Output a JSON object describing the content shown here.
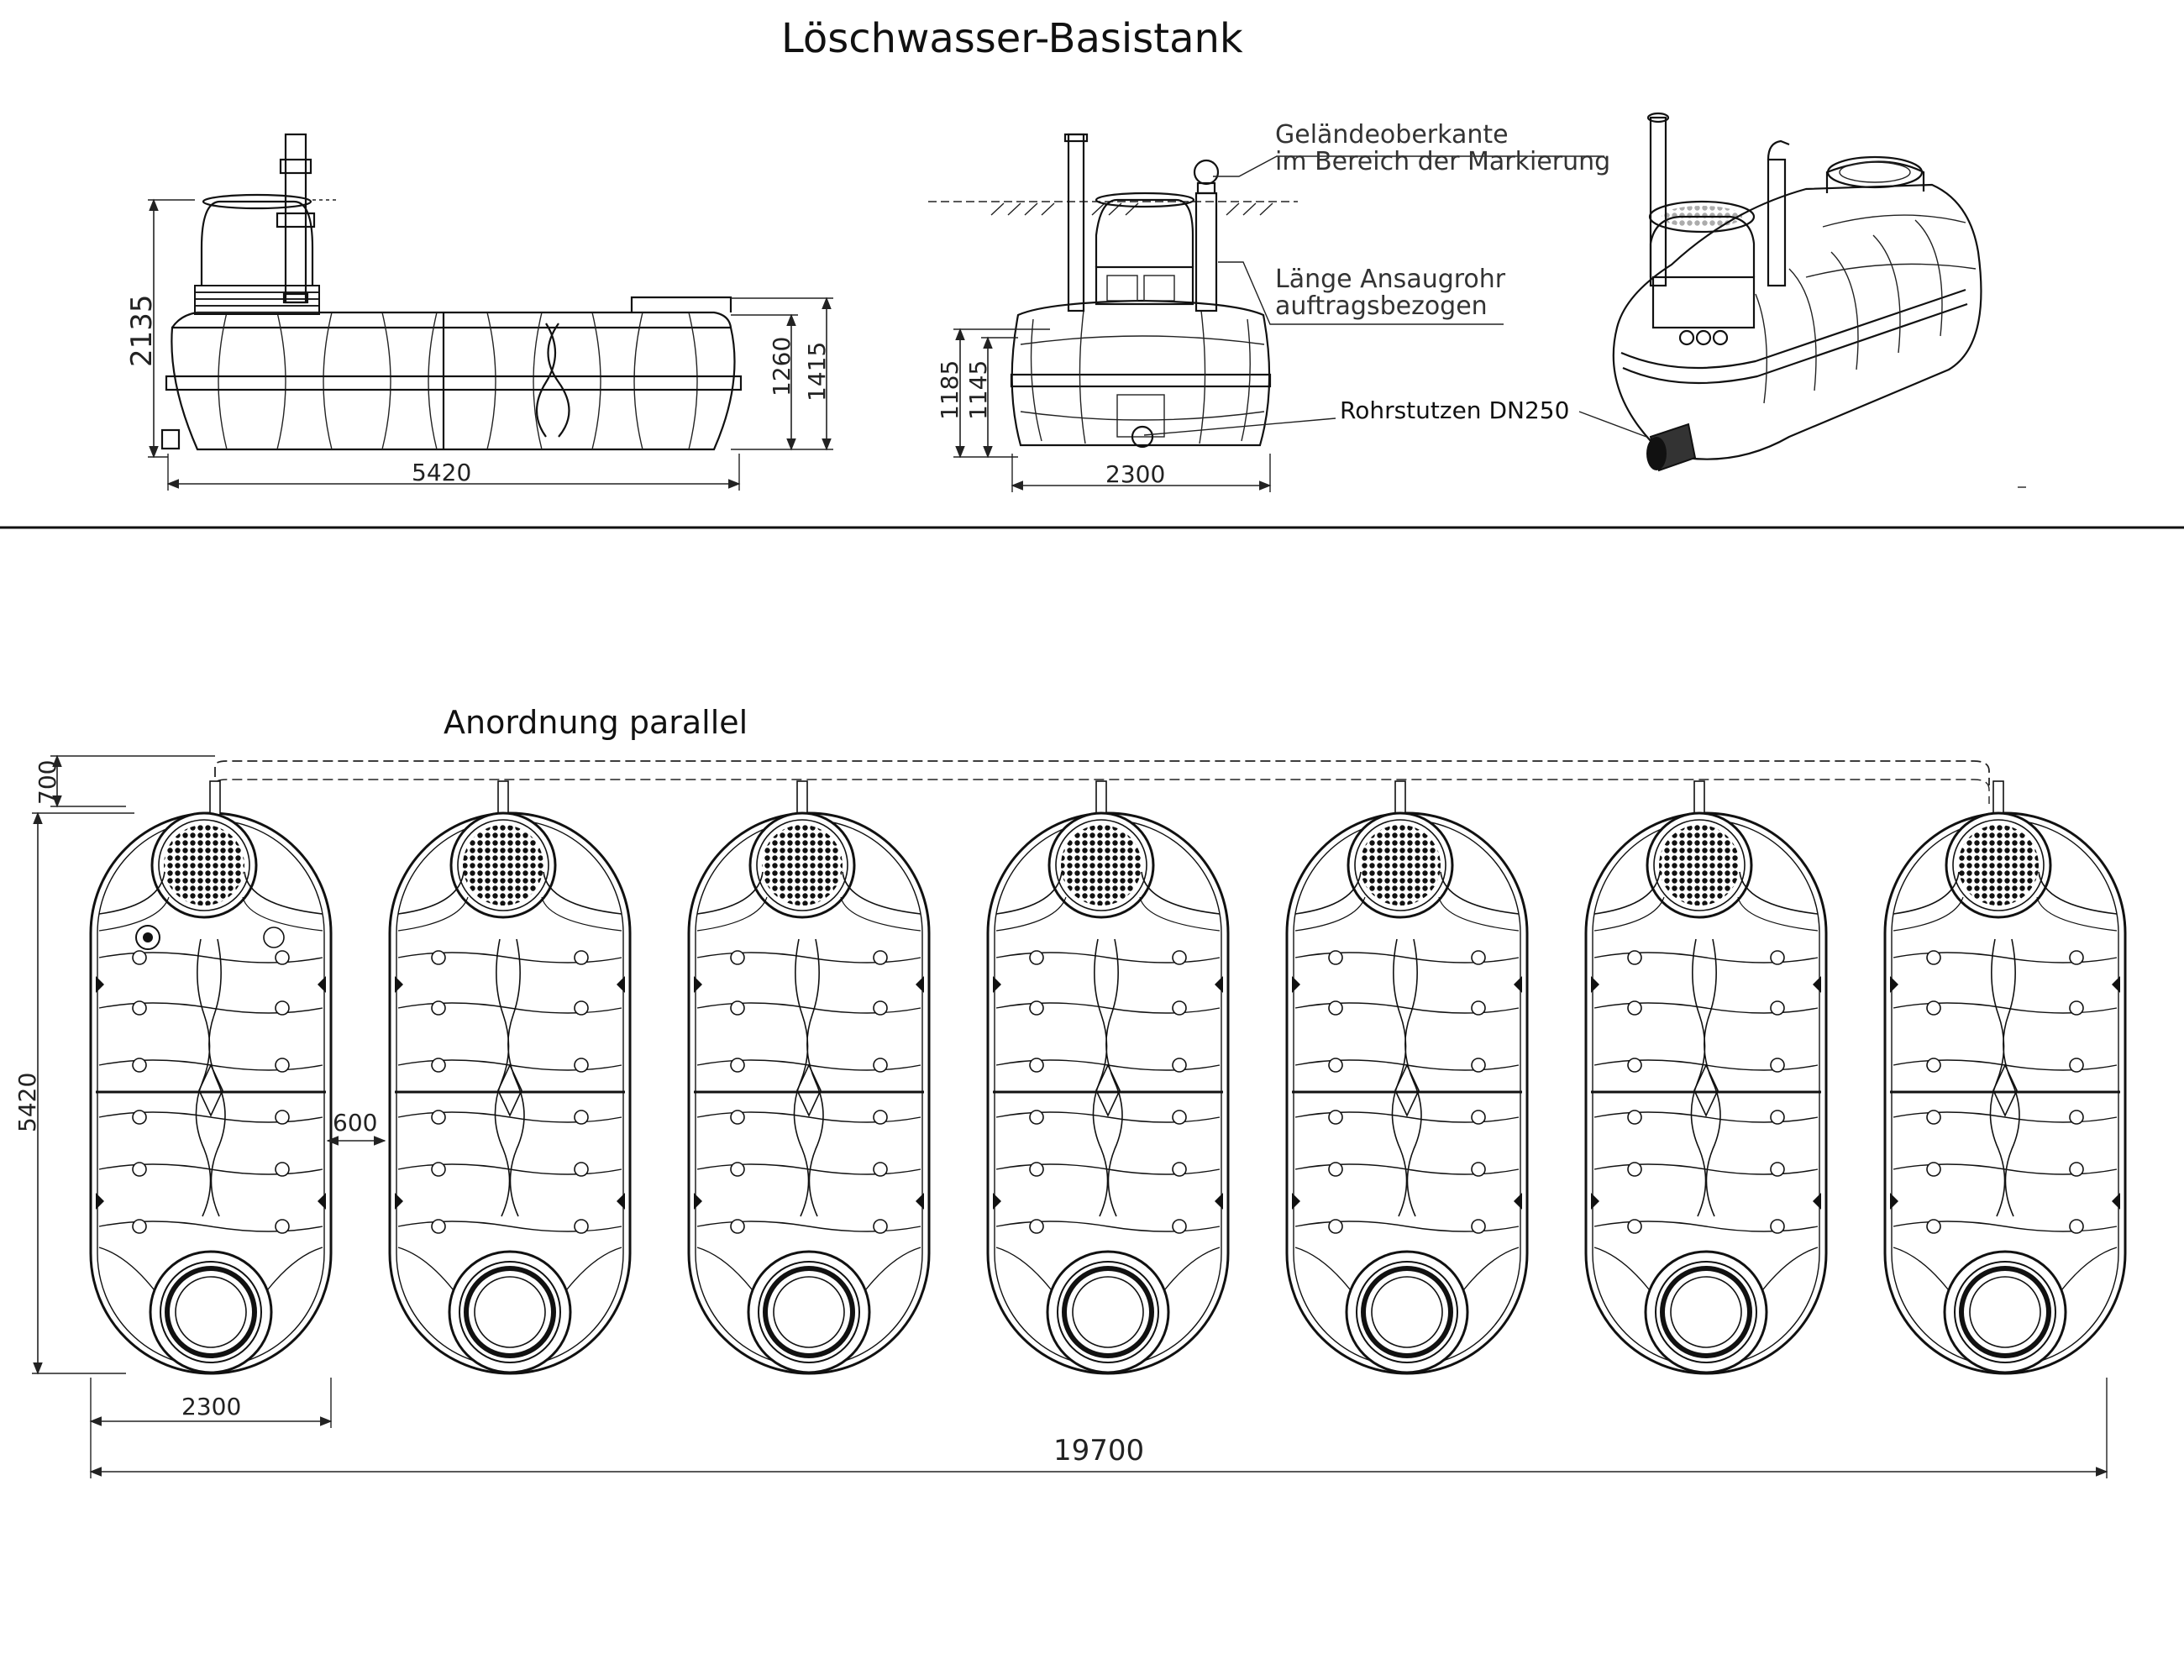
{
  "title": "Löschwasser-Basistank",
  "side_view": {
    "length": "5420",
    "total_height": "2135",
    "height_small": "1260",
    "height_large": "1415"
  },
  "front_view": {
    "width": "2300",
    "height_small": "1145",
    "height_large": "1185",
    "note_ground": [
      "Geländeoberkante",
      "im Bereich der Markierung"
    ],
    "note_pipe": [
      "Länge Ansaugrohr",
      "auftragsbezogen"
    ],
    "label_nozzle": "Rohrstutzen DN250"
  },
  "plan": {
    "title": "Anordnung parallel",
    "tank_count": 7,
    "dim_top": "700",
    "dim_length": "5420",
    "dim_gap": "600",
    "dim_width": "2300",
    "dim_total": "19700"
  }
}
